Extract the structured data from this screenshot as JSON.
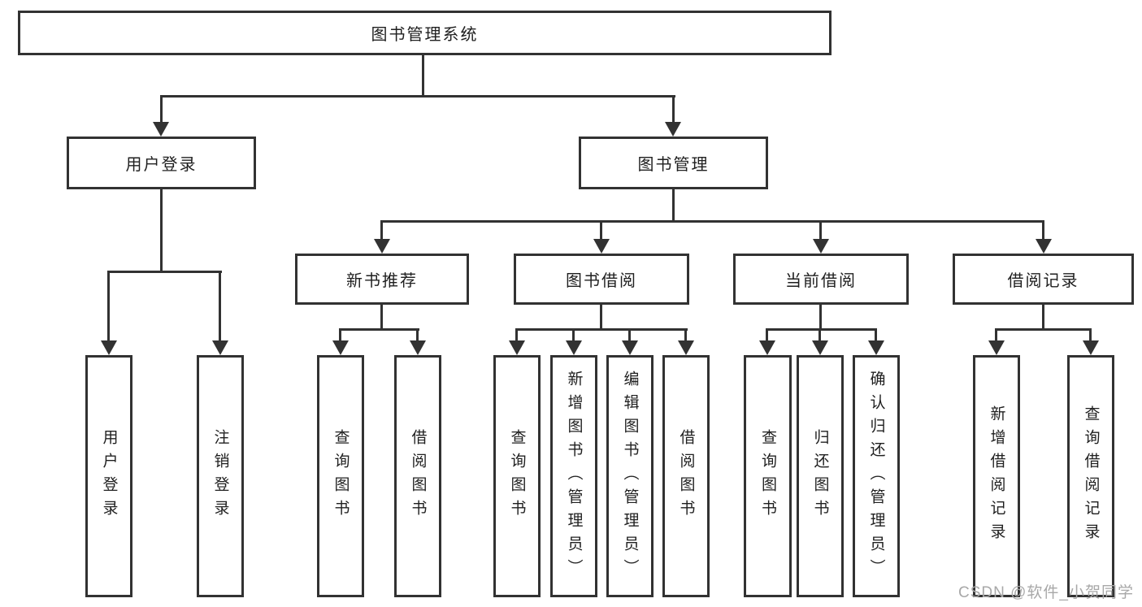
{
  "tree": {
    "label": "图书管理系统",
    "children": [
      {
        "label": "用户登录",
        "children": [
          {
            "label": "用户登录"
          },
          {
            "label": "注销登录"
          }
        ]
      },
      {
        "label": "图书管理",
        "children": [
          {
            "label": "新书推荐",
            "children": [
              {
                "label": "查询图书"
              },
              {
                "label": "借阅图书"
              }
            ]
          },
          {
            "label": "图书借阅",
            "children": [
              {
                "label": "查询图书"
              },
              {
                "label": "新增图书（管理员）"
              },
              {
                "label": "编辑图书（管理员）"
              },
              {
                "label": "借阅图书"
              }
            ]
          },
          {
            "label": "当前借阅",
            "children": [
              {
                "label": "查询图书"
              },
              {
                "label": "归还图书"
              },
              {
                "label": "确认归还（管理员）"
              }
            ]
          },
          {
            "label": "借阅记录",
            "children": [
              {
                "label": "新增借阅记录"
              },
              {
                "label": "查询借阅记录"
              }
            ]
          }
        ]
      }
    ]
  },
  "watermark": "CSDN @软件_小贺同学",
  "colors": {
    "line": "#323232",
    "text": "#1f1f1f",
    "watermark": "#a8a8a8",
    "background": "#ffffff"
  }
}
